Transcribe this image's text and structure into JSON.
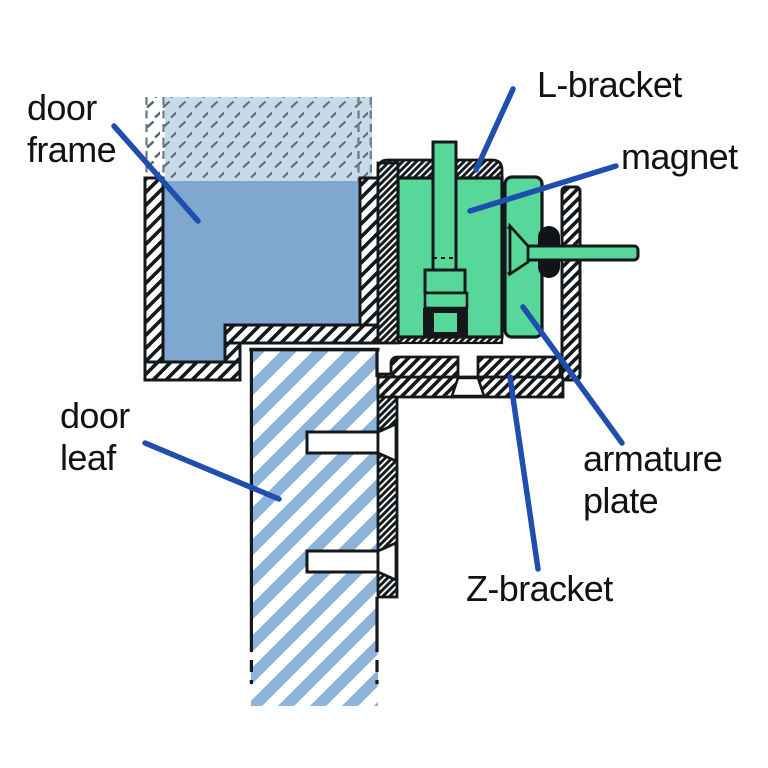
{
  "labels": {
    "door_frame": {
      "line1": "door",
      "line2": "frame"
    },
    "l_bracket": {
      "text": "L-bracket"
    },
    "magnet": {
      "text": "magnet"
    },
    "armature_plate": {
      "line1": "armature",
      "line2": "plate"
    },
    "z_bracket": {
      "text": "Z-bracket"
    },
    "door_leaf": {
      "line1": "door",
      "line2": "leaf"
    }
  },
  "colors": {
    "label_text": "#121212",
    "leader_line_blue": "#1e4fae",
    "magnet_green": "#58d79b",
    "door_frame_blue": "#80a7cf",
    "door_frame_light_blue": "#c5dbe7",
    "door_leaf_stripe_blue": "#8cb3da",
    "outline_black": "#14181b",
    "bushing_black": "#101418"
  }
}
